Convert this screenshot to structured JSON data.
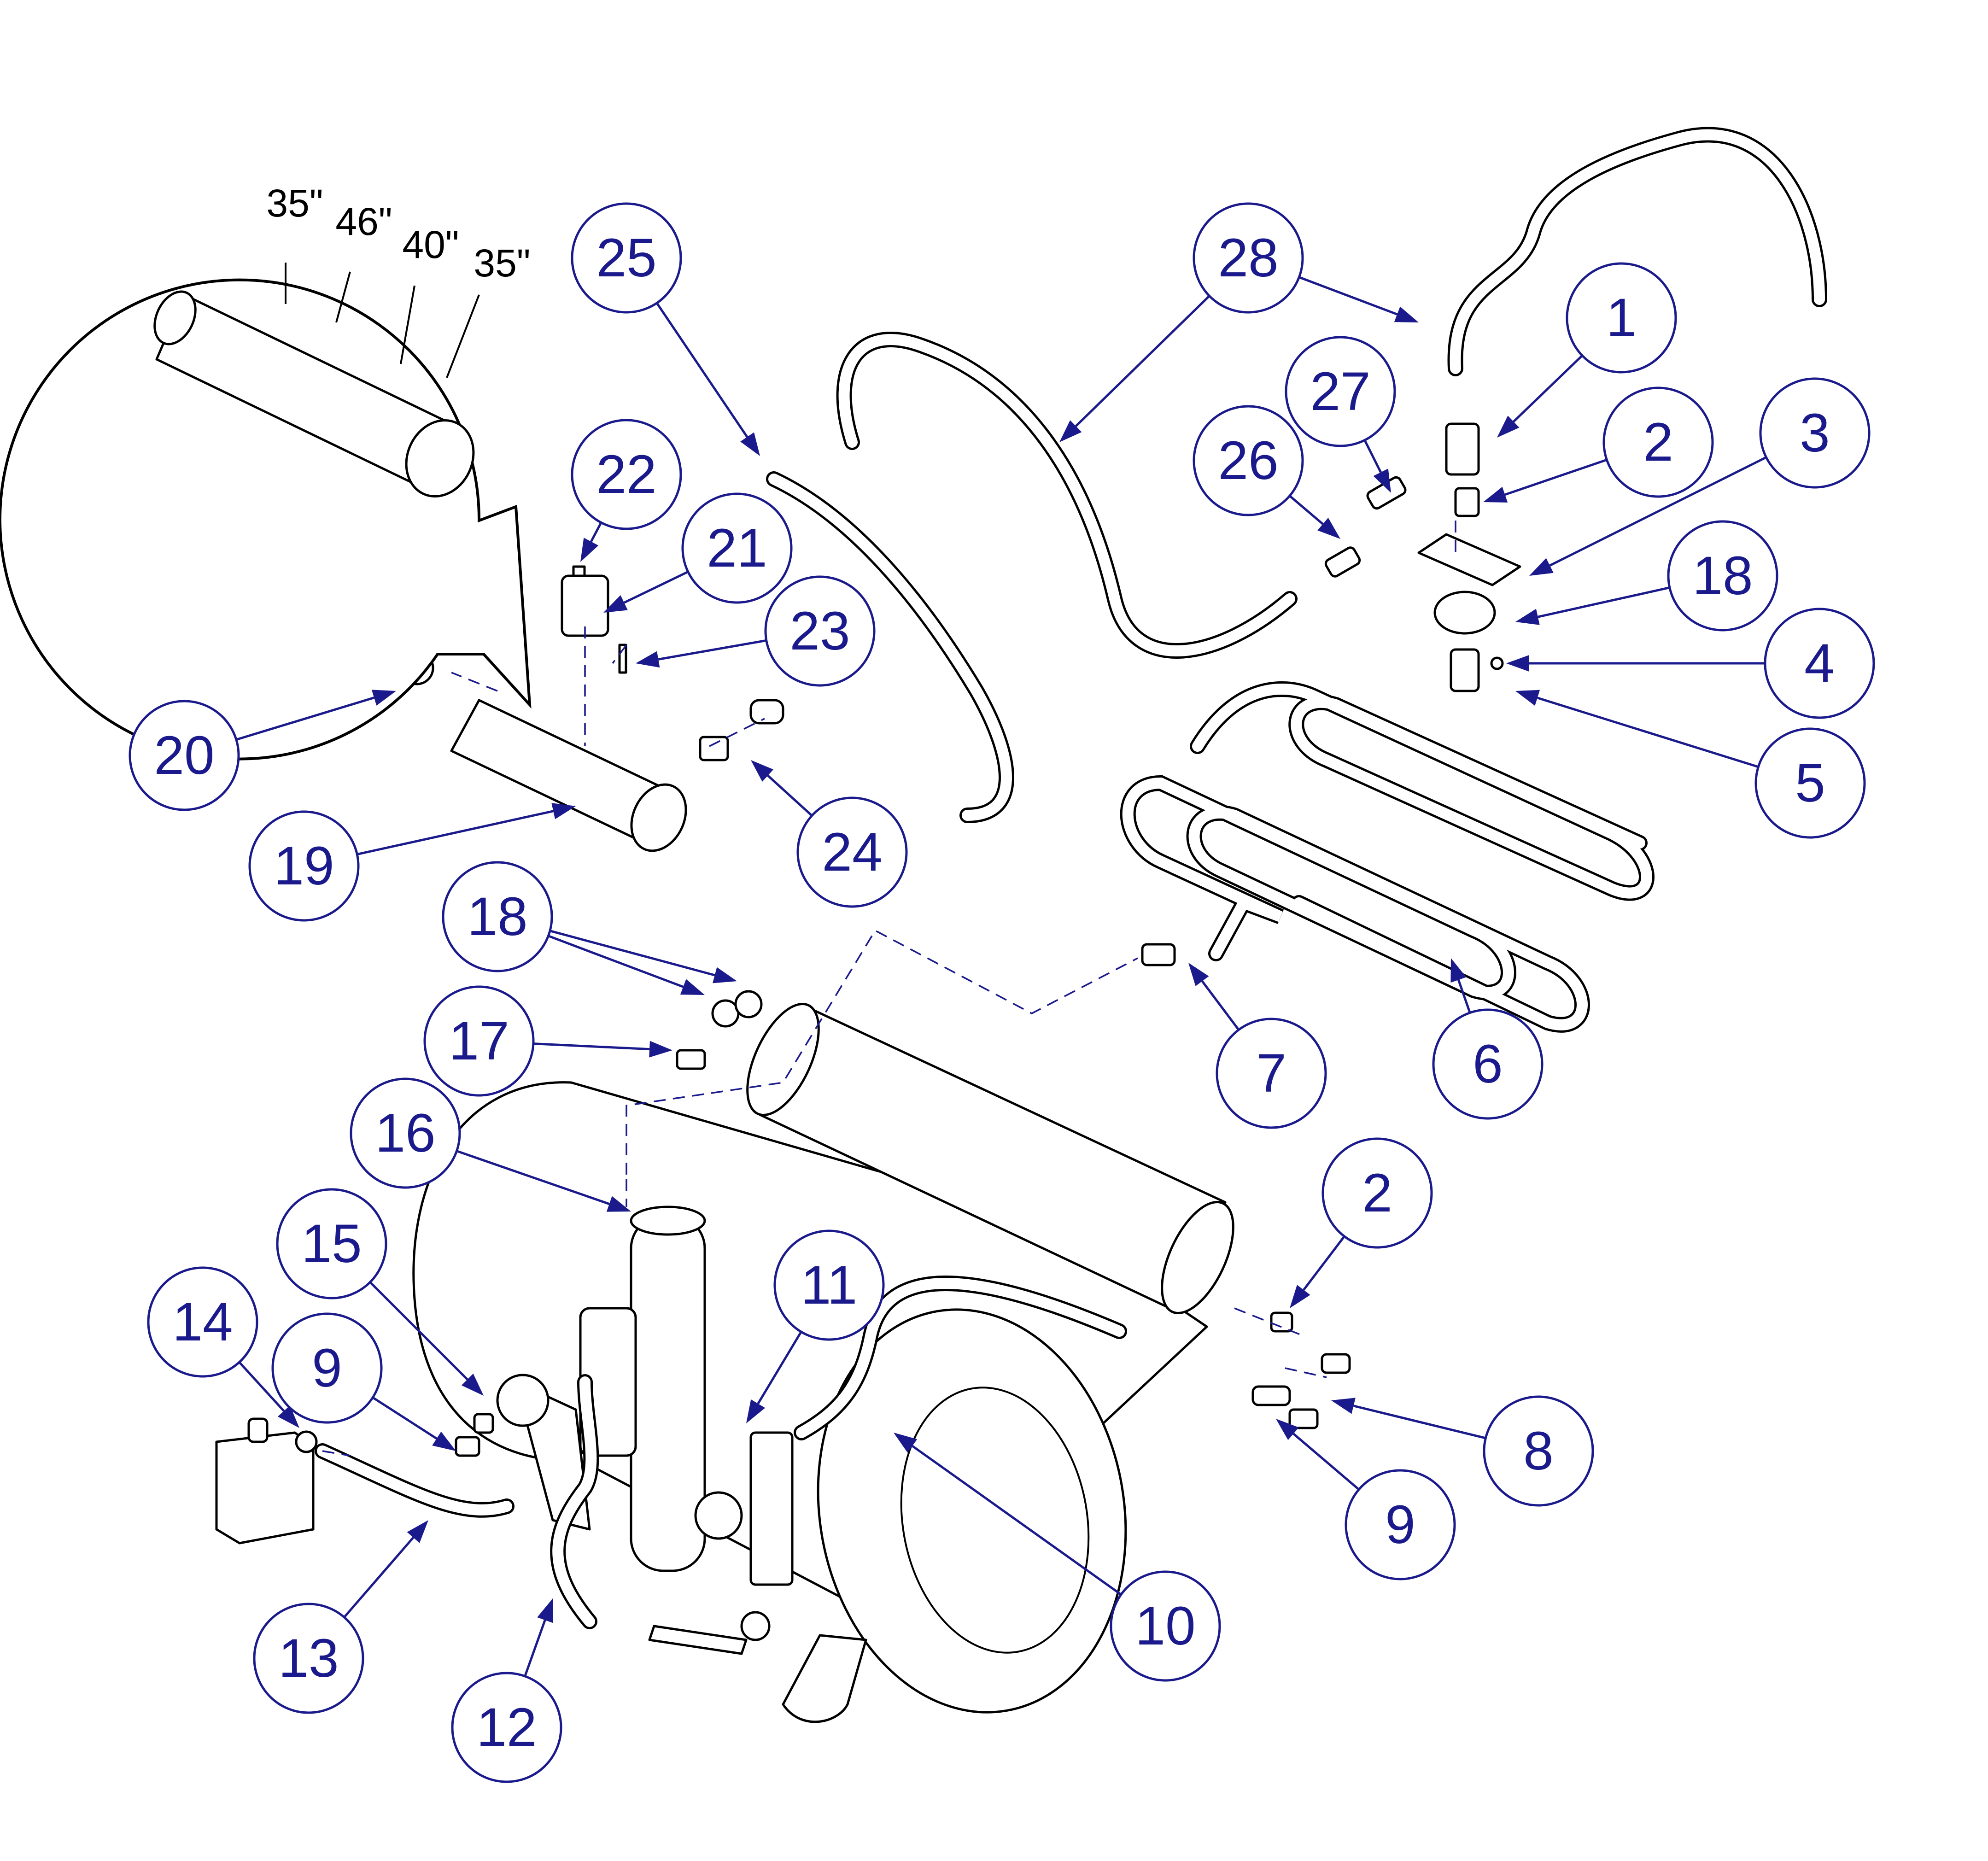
{
  "colors": {
    "callout_ink": "#1a1a8c",
    "line_art": "#000000",
    "background": "#ffffff"
  },
  "detail_view": {
    "outlet_lengths": [
      "35\"",
      "46\"",
      "40\"",
      "35\""
    ]
  },
  "callouts": [
    {
      "id": "c1",
      "number": "1"
    },
    {
      "id": "c2a",
      "number": "2"
    },
    {
      "id": "c3",
      "number": "3"
    },
    {
      "id": "c18a",
      "number": "18"
    },
    {
      "id": "c4",
      "number": "4"
    },
    {
      "id": "c5",
      "number": "5"
    },
    {
      "id": "c6",
      "number": "6"
    },
    {
      "id": "c7",
      "number": "7"
    },
    {
      "id": "c26",
      "number": "26"
    },
    {
      "id": "c27",
      "number": "27"
    },
    {
      "id": "c28",
      "number": "28"
    },
    {
      "id": "c25",
      "number": "25"
    },
    {
      "id": "c22",
      "number": "22"
    },
    {
      "id": "c21",
      "number": "21"
    },
    {
      "id": "c23",
      "number": "23"
    },
    {
      "id": "c20",
      "number": "20"
    },
    {
      "id": "c19",
      "number": "19"
    },
    {
      "id": "c24",
      "number": "24"
    },
    {
      "id": "c18b",
      "number": "18"
    },
    {
      "id": "c17",
      "number": "17"
    },
    {
      "id": "c16",
      "number": "16"
    },
    {
      "id": "c15",
      "number": "15"
    },
    {
      "id": "c14",
      "number": "14"
    },
    {
      "id": "c9a",
      "number": "9"
    },
    {
      "id": "c11",
      "number": "11"
    },
    {
      "id": "c2b",
      "number": "2"
    },
    {
      "id": "c8",
      "number": "8"
    },
    {
      "id": "c9b",
      "number": "9"
    },
    {
      "id": "c10",
      "number": "10"
    },
    {
      "id": "c12",
      "number": "12"
    },
    {
      "id": "c13",
      "number": "13"
    }
  ]
}
